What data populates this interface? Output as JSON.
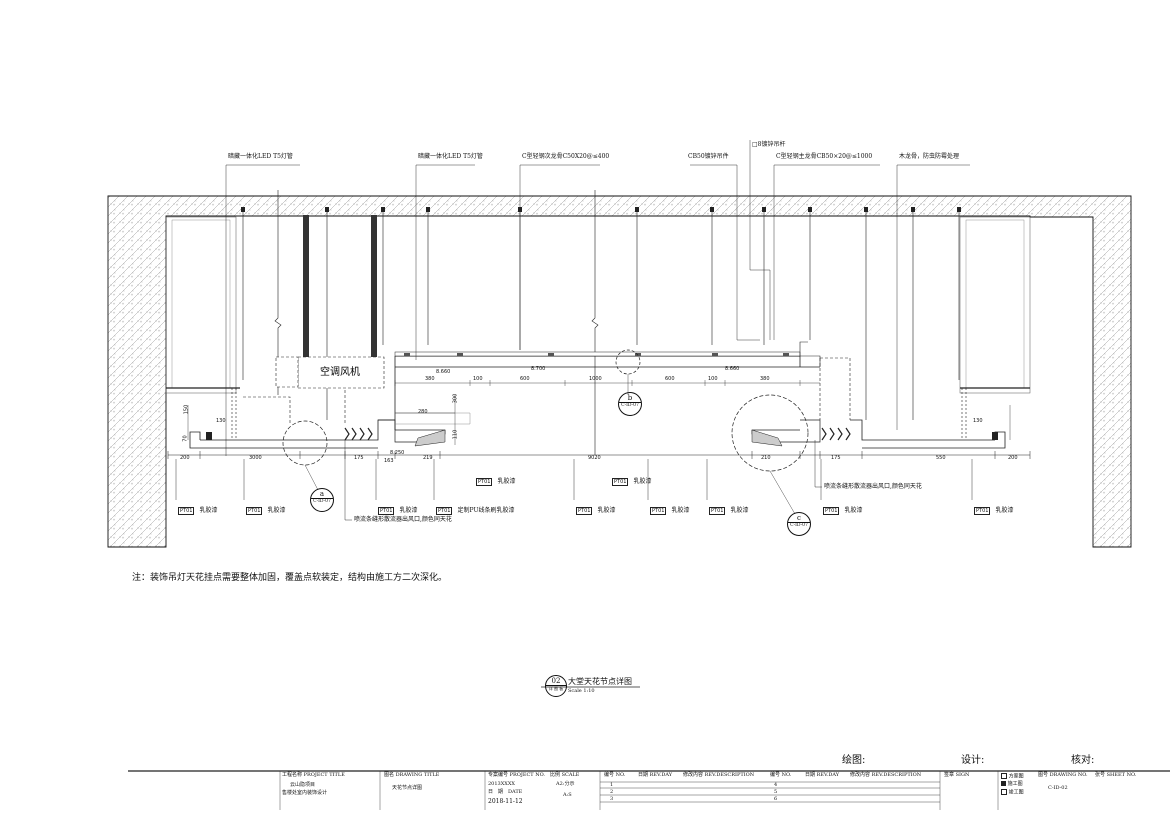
{
  "callouts": {
    "led1": "暗藏一体化LED T5灯管",
    "led2": "暗藏一体化LED T5灯管",
    "cjoist": "C型轻钢次龙骨C50X20@≤400",
    "hanger": "□8镀锌吊杆",
    "cb50": "CB50镀锌吊件",
    "cmain": "C型轻钢主龙骨CB50×20@≤1000",
    "wood": "木龙骨，防虫防霉处理",
    "ac": "空调风机",
    "vent1": "喷流条缝形散流器出风口,颜色同天花",
    "vent2": "喷流条缝形散流器出风口,颜色同天花"
  },
  "tags": {
    "pt01": "PT01",
    "pt03": "PT01",
    "latex": "乳胶漆",
    "special": "定制PU线条刷乳胶漆"
  },
  "dims": {
    "d200a": "200",
    "d3000": "3000",
    "d175a": "175",
    "d163": "163",
    "d219": "219",
    "d9020": "9020",
    "d210": "210",
    "d175b": "175",
    "d550": "550",
    "d200b": "200",
    "d380a": "380",
    "d100a": "100",
    "d600a": "600",
    "d1000": "1000",
    "d600b": "600",
    "d100b": "100",
    "d380b": "380",
    "d280": "280",
    "d300": "300",
    "d110": "110",
    "d130a": "130",
    "d130b": "130",
    "d150": "150",
    "d70": "70",
    "lv660": "8.660",
    "lv700": "8.700",
    "lv250": "8.250",
    "lv_side": "8.660"
  },
  "details": {
    "a_letter": "a",
    "a_ref": "C-ID-07",
    "b_letter": "b",
    "b_ref": "C-ID-07",
    "c_letter": "c",
    "c_ref": "C-ID-07"
  },
  "note": "注：装饰吊灯天花挂点需要整体加固，覆盖点软装定，结构由施工方二次深化。",
  "drawing_title": {
    "num": "02",
    "sub": "详 图 板",
    "title": "大堂天花节点详图",
    "scale": "Scale 1:10"
  },
  "signoff": {
    "draw": "绘图:",
    "design": "设计:",
    "check": "核对:"
  },
  "title_block": {
    "project_title_label": "工程名称 PROJECT TITLE",
    "project_name1": "云山隐项目",
    "project_name2": "售楼处室内装饰设计",
    "drawing_title_label": "图名 DRAWING TITLE",
    "drawing_title": "天花节点详图",
    "project_no_label": "专案编号 PROJECT NO.",
    "project_no": "2013XXXX",
    "scale_label": "比例 SCALE",
    "scale": "A2:分示",
    "date_label": "日　期　DATE",
    "date": "2018-11-12",
    "scale2": "A:S",
    "rev_no_label": "编号 NO.",
    "rev_date_label": "日期 REV.DAY",
    "rev_desc_label": "修改内容 REV.DESCRIPTION",
    "rev_no_label2": "编号 NO.",
    "rev_date_label2": "日期 REV.DAY",
    "rev_desc_label2": "修改内容 REV.DESCRIPTION",
    "sign_label": "签章 SIGN",
    "rev_rows_left": [
      "1",
      "2",
      "3"
    ],
    "rev_rows_right": [
      "4",
      "5",
      "6"
    ],
    "stage": [
      "方案图",
      "施工图",
      "竣工图"
    ],
    "stage_checked": 1,
    "drawing_no_label": "图号 DRAWING NO.",
    "sheet_no_label": "张号 SHEET NO.",
    "drawing_no": "C-ID-02"
  }
}
